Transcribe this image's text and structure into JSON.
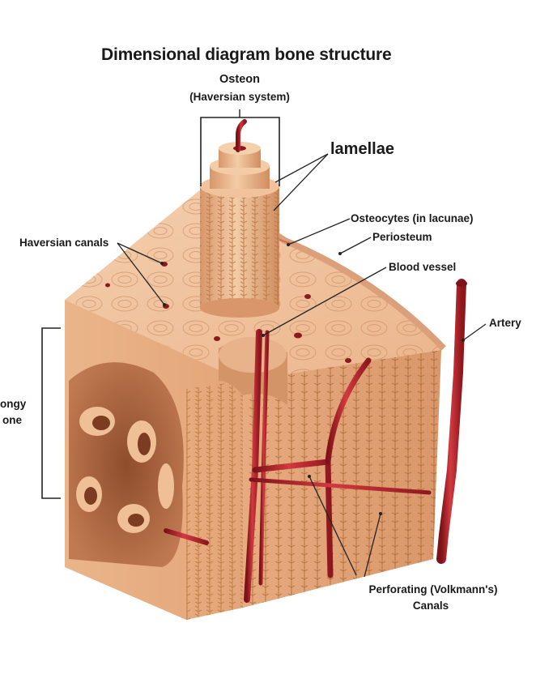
{
  "title": "Dimensional diagram bone structure",
  "labels": {
    "osteon": "Osteon",
    "haversian_system": "(Haversian system)",
    "lamellae": "lamellae",
    "osteocytes": "Osteocytes (in lacunae)",
    "periosteum": "Periosteum",
    "haversian_canals": "Haversian canals",
    "blood_vessel": "Blood vessel",
    "artery": "Artery",
    "spongy_line1": "ongy",
    "spongy_line2": "one",
    "perforating_line1": "Perforating (Volkmann's)",
    "perforating_line2": "Canals"
  },
  "colors": {
    "bone_light": "#f3c9a4",
    "bone_mid": "#e6a97d",
    "bone_dark": "#c98a5e",
    "texture": "#b8733f",
    "vessel": "#b5232b",
    "vessel_dark": "#7e1219",
    "canal": "#8a1a1e"
  }
}
